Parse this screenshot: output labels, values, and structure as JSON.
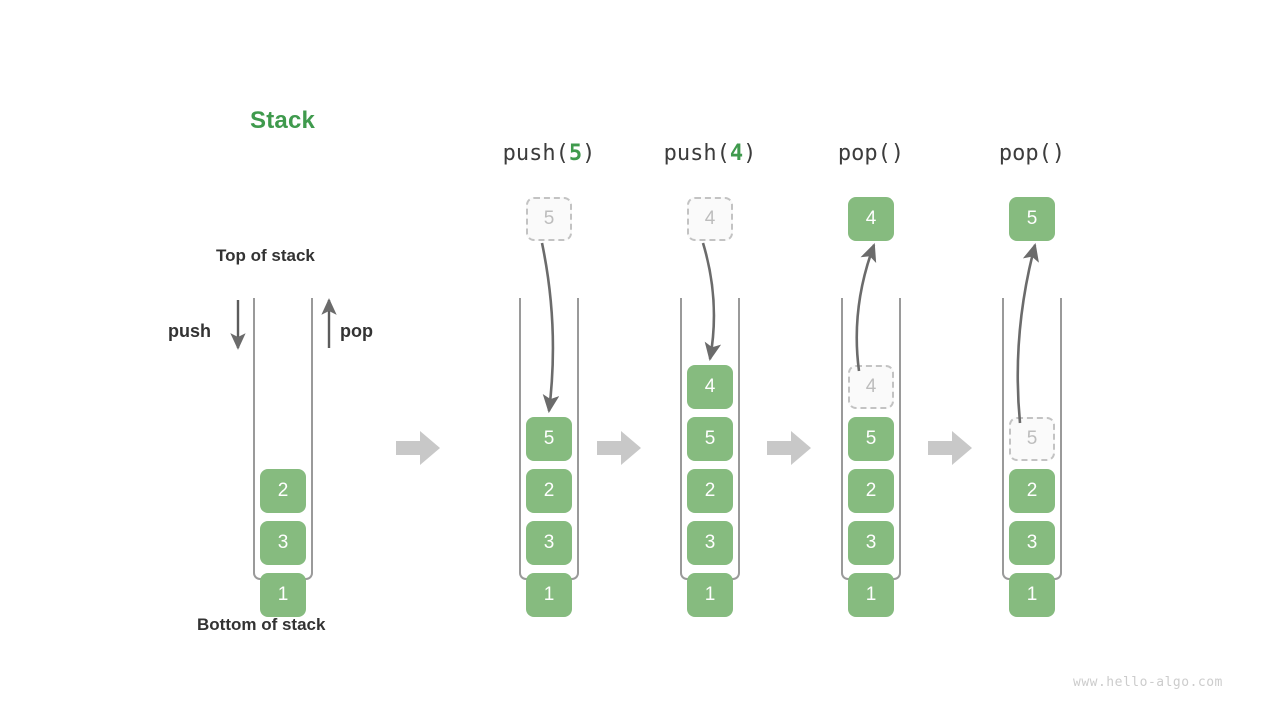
{
  "title": "Stack",
  "labels": {
    "top_of_stack": "Top of stack",
    "bottom_of_stack": "Bottom of stack",
    "push": "push",
    "pop": "pop"
  },
  "watermark": "www.hello-algo.com",
  "colors": {
    "accent_green": "#3f9a4d",
    "box_green": "#86bb7f",
    "ghost_fill": "#fafafa",
    "ghost_border": "#c3c3c3",
    "ghost_text": "#bdbdbd",
    "arrow_grey": "#6b6b6b",
    "step_arrow_grey": "#c8c8c8",
    "container_outline": "#9a9a9a",
    "text_dark": "#333333",
    "watermark_grey": "#cccccc"
  },
  "initial_stack": {
    "name": "initial",
    "values_top_to_bottom": [
      "2",
      "3",
      "1"
    ]
  },
  "steps": [
    {
      "header_prefix": "push(",
      "header_arg": "5",
      "header_suffix": ")",
      "operation": "push",
      "floating_box": {
        "value": "5",
        "style": "ghost"
      },
      "arrow_direction": "down",
      "values_top_to_bottom": [
        "5",
        "2",
        "3",
        "1"
      ],
      "ghost_slot_index": -1
    },
    {
      "header_prefix": "push(",
      "header_arg": "4",
      "header_suffix": ")",
      "operation": "push",
      "floating_box": {
        "value": "4",
        "style": "ghost"
      },
      "arrow_direction": "down",
      "values_top_to_bottom": [
        "4",
        "5",
        "2",
        "3",
        "1"
      ],
      "ghost_slot_index": -1
    },
    {
      "header_prefix": "pop(",
      "header_arg": "",
      "header_suffix": ")",
      "operation": "pop",
      "floating_box": {
        "value": "4",
        "style": "solid"
      },
      "arrow_direction": "up",
      "values_top_to_bottom": [
        "4",
        "5",
        "2",
        "3",
        "1"
      ],
      "ghost_slot_index": 0
    },
    {
      "header_prefix": "pop(",
      "header_arg": "",
      "header_suffix": ")",
      "operation": "pop",
      "floating_box": {
        "value": "5",
        "style": "solid"
      },
      "arrow_direction": "up",
      "values_top_to_bottom": [
        "5",
        "2",
        "3",
        "1"
      ],
      "ghost_slot_index": 0
    }
  ],
  "step_separator_icon": "right-arrow-icon"
}
